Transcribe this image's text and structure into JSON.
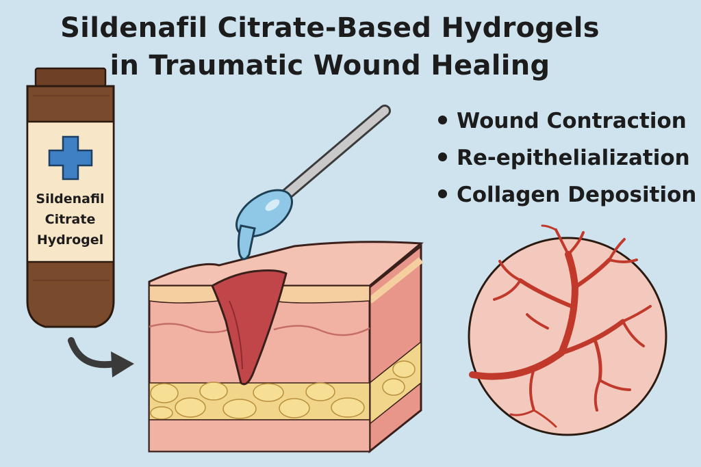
{
  "title": {
    "line1": "Sildenafil Citrate-Based Hydrogels",
    "line2": "in Traumatic Wound Healing"
  },
  "product": {
    "label_line1": "Sildenafil",
    "label_line2": "Citrate",
    "label_line3": "Hydrogel",
    "icon": "medical-cross-icon"
  },
  "outcomes": [
    "Wound Contraction",
    "Re-epithelialization",
    "Collagen Deposition"
  ],
  "illustrations": {
    "tube": "hydrogel-tube",
    "spatula": "spatula-with-gel",
    "skin": "skin-wound-cross-section",
    "vessels": "angiogenesis-blood-vessels",
    "arrow": "curved-arrow-icon"
  },
  "colors": {
    "background": "#cfe3ee",
    "tube_brown": "#7a4a2c",
    "label_cream": "#f7e6c7",
    "cross_blue": "#3f7fc4",
    "gel_blue": "#8ec8e6",
    "skin_pink": "#f2b2a3",
    "wound_red": "#c0464a",
    "fat_yellow": "#f1d58a",
    "vessel_red": "#c0392b",
    "circle_fill": "#f3c9bd"
  }
}
